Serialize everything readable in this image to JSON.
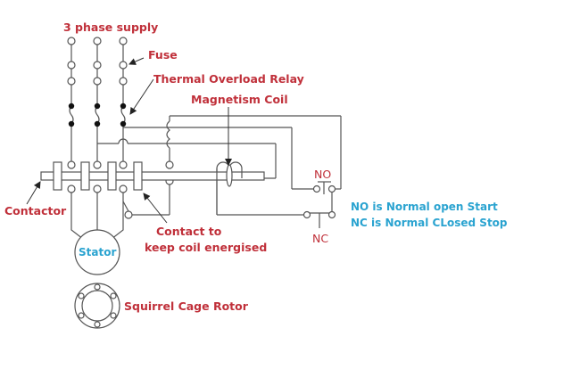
{
  "diagram": {
    "title": "Direct-on-line starter wiring diagram",
    "labels": {
      "supply": "3 phase supply",
      "fuse": "Fuse",
      "overload": "Thermal Overload Relay",
      "coil": "Magnetism Coil",
      "contactor": "Contactor",
      "hold_contact_line1": "Contact to",
      "hold_contact_line2": "keep coil energised",
      "no": "NO",
      "nc": "NC",
      "stator": "Stator",
      "rotor": "Squirrel Cage Rotor"
    },
    "legend": {
      "line1": "NO is Normal open Start",
      "line2": "NC is Normal CLosed Stop"
    },
    "colors": {
      "label_red": "#c0303a",
      "label_blue": "#2aa3d0",
      "wire": "#555555"
    }
  }
}
